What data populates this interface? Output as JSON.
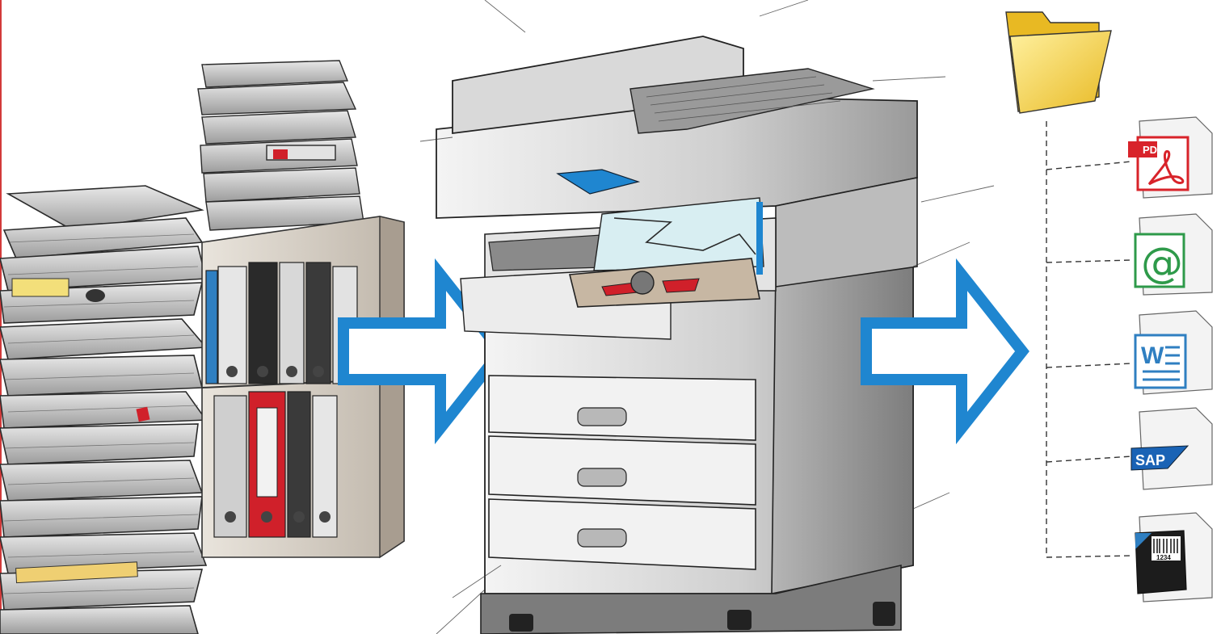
{
  "icons": {
    "pdf": {
      "label": "PDF",
      "name": "pdf-document-icon"
    },
    "email": {
      "label": "@",
      "name": "email-document-icon"
    },
    "word": {
      "label": "W",
      "name": "word-document-icon"
    },
    "sap": {
      "label": "SAP",
      "name": "sap-document-icon"
    },
    "barcode": {
      "label": "1234",
      "name": "barcode-document-icon"
    }
  },
  "colors": {
    "arrow_blue": "#1f86d0",
    "pdf_red": "#d8232a",
    "email_green": "#2e9a4a",
    "word_blue": "#2f7fc1",
    "sap_blue": "#1a63b5",
    "folder_yellow": "#f7d44a",
    "binder_red": "#d0202a"
  }
}
